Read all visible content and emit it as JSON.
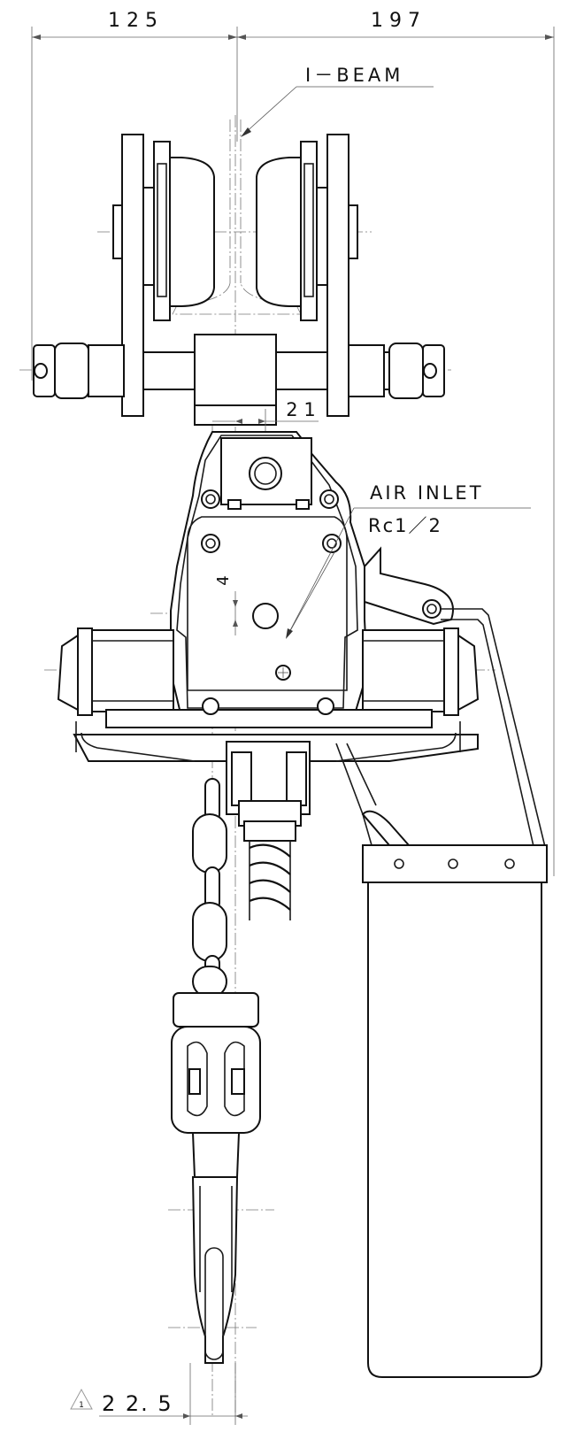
{
  "dimensions": {
    "left_width": "1 2 5",
    "right_width": "1 9 7",
    "offset_21": "2 1",
    "offset_4": "4",
    "hook_width": "2 2. 5",
    "revision_mark": "1"
  },
  "callouts": {
    "beam": "I－BEAM",
    "air_inlet": "AIR INLET",
    "air_inlet_thread": "Rc1／2"
  }
}
